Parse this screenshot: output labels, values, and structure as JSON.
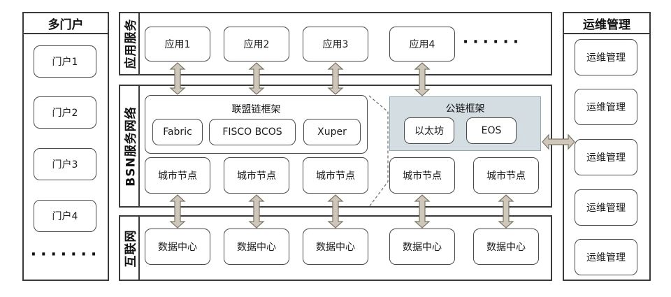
{
  "left_panel": {
    "title": "多门户",
    "items": [
      "门户1",
      "门户2",
      "门户3",
      "门户4"
    ],
    "ellipsis": "·······"
  },
  "right_panel": {
    "title": "运维管理",
    "items": [
      "运维管理",
      "运维管理",
      "运维管理",
      "运维管理",
      "运维管理"
    ]
  },
  "app_layer": {
    "label": "应用服务",
    "apps": [
      "应用1",
      "应用2",
      "应用3",
      "应用4"
    ],
    "ellipsis": "······"
  },
  "bsn_layer": {
    "label": "BSN服务网络",
    "consortium": {
      "title": "联盟链框架",
      "frameworks": [
        "Fabric",
        "FISCO BCOS",
        "Xuper"
      ]
    },
    "public": {
      "title": "公链框架",
      "frameworks": [
        "以太坊",
        "EOS"
      ]
    },
    "city_nodes": [
      "城市节点",
      "城市节点",
      "城市节点",
      "城市节点",
      "城市节点"
    ]
  },
  "internet_layer": {
    "label": "互联网",
    "data_centers": [
      "数据中心",
      "数据中心",
      "数据中心",
      "数据中心",
      "数据中心"
    ]
  },
  "colors": {
    "arrow_fill": "#cfc8ba",
    "arrow_stroke": "#7a7466",
    "public_bg": "#d3dde2"
  }
}
